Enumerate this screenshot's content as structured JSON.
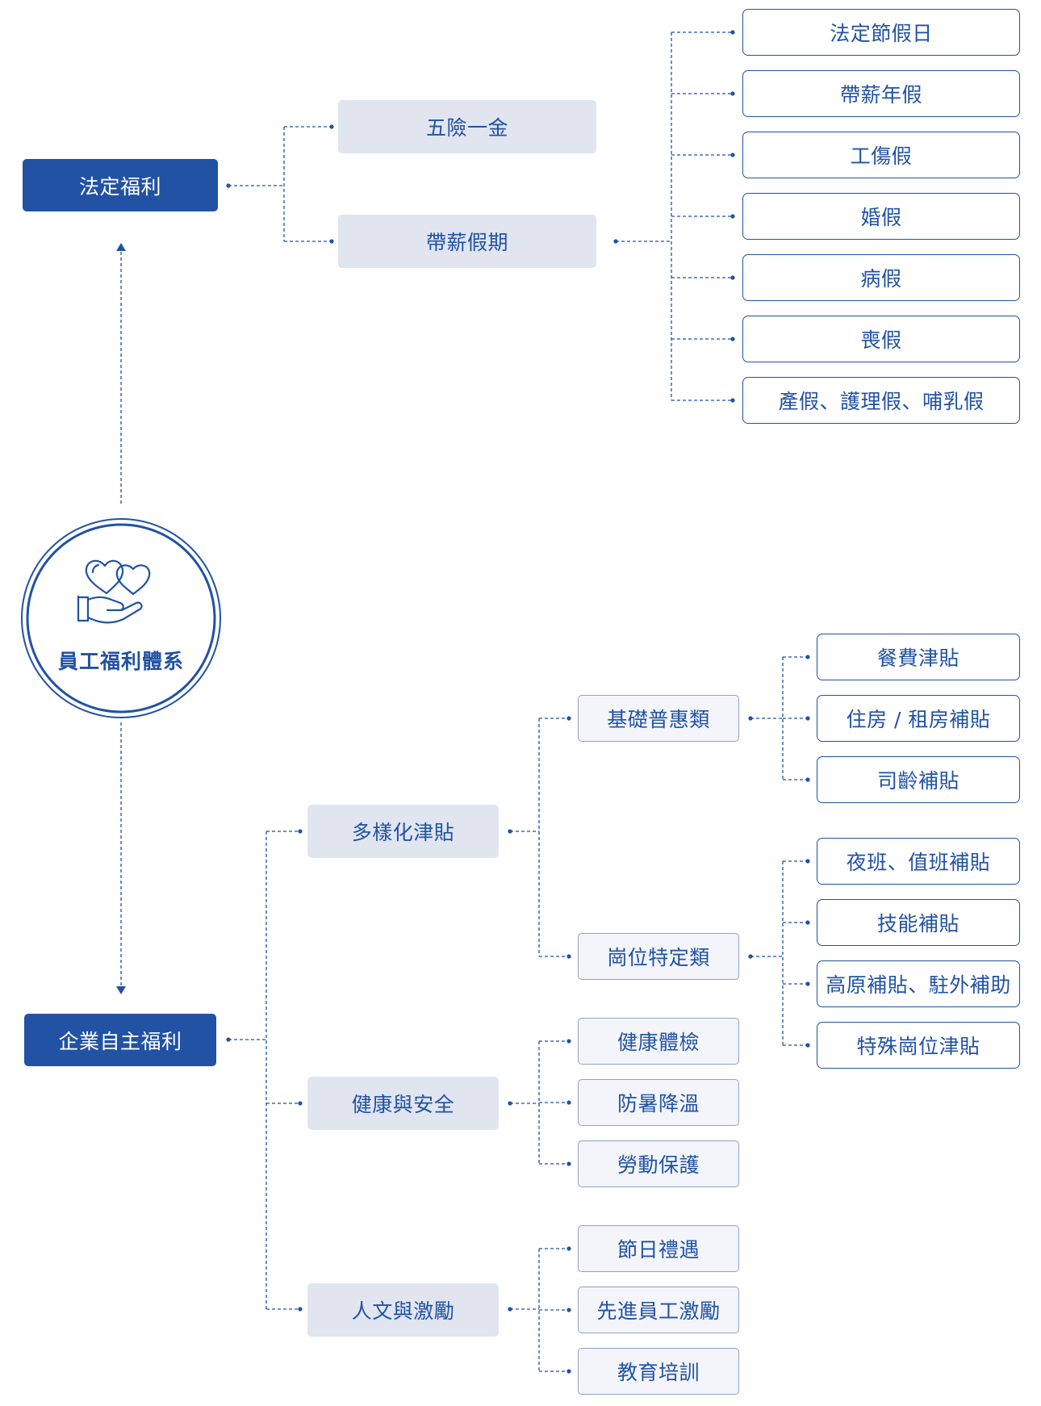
{
  "center": {
    "label": "員工福利體系",
    "icon": "heart-hand-icon"
  },
  "statutory": {
    "label": "法定福利",
    "children": [
      {
        "label": "五險一金"
      },
      {
        "label": "帶薪假期",
        "children": [
          "法定節假日",
          "帶薪年假",
          "工傷假",
          "婚假",
          "病假",
          "喪假",
          "產假、護理假、哺乳假"
        ]
      }
    ]
  },
  "enterprise": {
    "label": "企業自主福利",
    "children": [
      {
        "label": "多樣化津貼",
        "subcategories": [
          {
            "label": "基礎普惠類",
            "children": [
              "餐費津貼",
              "住房 / 租房補貼",
              "司齡補貼"
            ]
          },
          {
            "label": "崗位特定類",
            "children": [
              "夜班、值班補貼",
              "技能補貼",
              "高原補貼、駐外補助",
              "特殊崗位津貼"
            ]
          }
        ]
      },
      {
        "label": "健康與安全",
        "children": [
          "健康體檢",
          "防暑降溫",
          "勞動保護"
        ]
      },
      {
        "label": "人文與激勵",
        "children": [
          "節日禮遇",
          "先進員工激勵",
          "教育培訓"
        ]
      }
    ]
  },
  "colors": {
    "primary": "#2152a3",
    "mid_fill": "#e0e5f0",
    "connector": "#2152a3"
  }
}
